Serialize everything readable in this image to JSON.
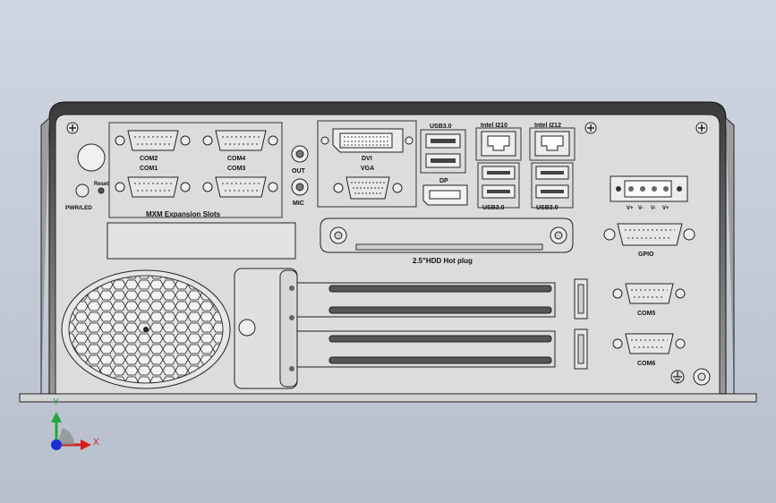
{
  "labels": {
    "com2": "COM2",
    "com4": "COM4",
    "com1": "COM1",
    "com3": "COM3",
    "reset": "Reset",
    "pwr_led": "PWR/LED",
    "out": "OUT",
    "mic": "MIC",
    "mxm": "MXM Expansion Slots",
    "dvi": "DVI",
    "vga": "VGA",
    "usb30_top": "USB3.0",
    "dp": "DP",
    "intel_i210": "Intel I210",
    "intel_i212": "Intel I212",
    "usb30_left": "USB3.0",
    "usb30_right": "USB3.0",
    "hdd": "2.5\"HDD Hot plug",
    "gpio": "GPIO",
    "com5": "COM5",
    "com6": "COM6",
    "power_pins": [
      "V+",
      "V-",
      "V-",
      "V+"
    ]
  },
  "axes": {
    "x": "X",
    "y": "Y"
  },
  "colors": {
    "background": "#c7cedb",
    "panel": "#d9d9d9",
    "outline": "#1a1a1a",
    "axis_x": "#d62020",
    "axis_y": "#1fa83a",
    "axis_z": "#1b2fd6"
  }
}
